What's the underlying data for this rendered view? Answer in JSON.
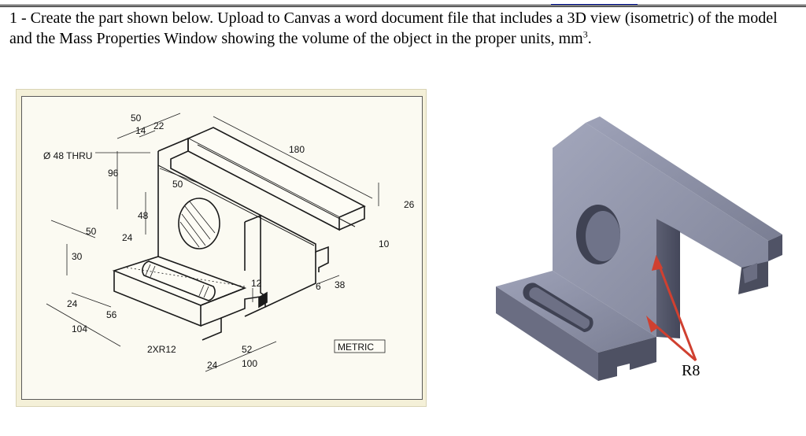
{
  "instructions": {
    "text_main": "1 - Create the part shown below. Upload to Canvas a word document file that includes a 3D view (isometric) of the model and the Mass Properties Window showing the volume of the object in the proper units, mm",
    "superscript": "3",
    "text_end": "."
  },
  "drawing": {
    "callouts": {
      "hole": "Ø 48 THRU",
      "slot": "2XR12",
      "units": "METRIC"
    },
    "dimensions": {
      "d50_top": "50",
      "d14": "14",
      "d22": "22",
      "d180": "180",
      "d96": "96",
      "d50_face": "50",
      "d48": "48",
      "d26": "26",
      "d10": "10",
      "d50_left": "50",
      "d24_left": "24",
      "d30": "30",
      "d6": "6",
      "d38": "38",
      "d12": "12",
      "d24_bottom": "24",
      "d56": "56",
      "d104": "104",
      "d52": "52",
      "d24_base": "24",
      "d100": "100"
    }
  },
  "render": {
    "label": "R8",
    "colors": {
      "part_light": "#8f93aa",
      "part_mid": "#6f7389",
      "part_dark": "#4c4f60",
      "arrow": "#d04030"
    }
  }
}
